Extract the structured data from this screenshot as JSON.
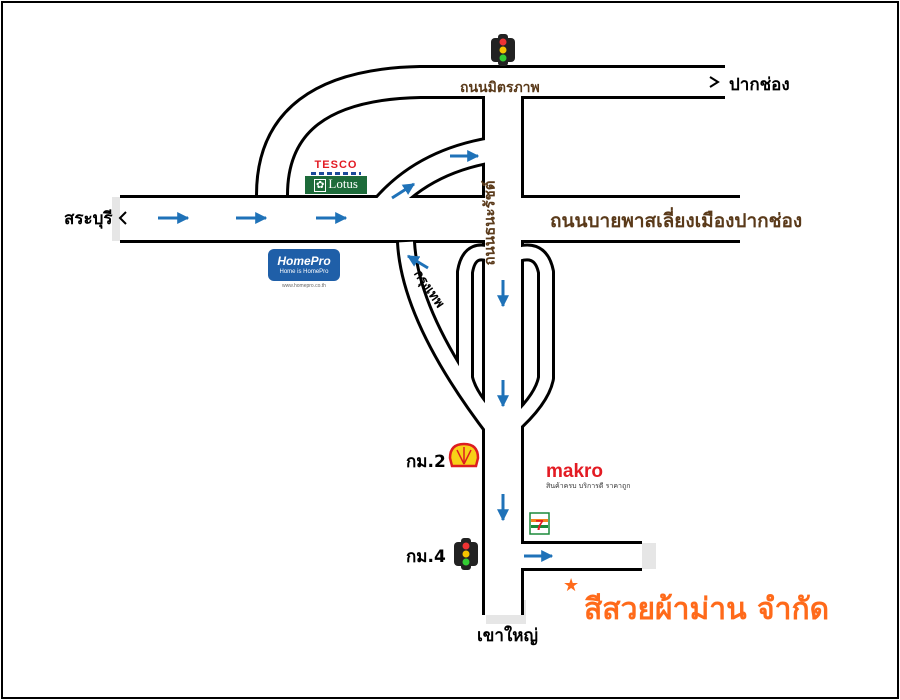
{
  "places": {
    "west": "สระบุรี",
    "north_east": "ปากช่อง",
    "south": "เขาใหญ่"
  },
  "roads": {
    "top": "ถนนมิตรภาพ",
    "bypass": "ถนนบายพาสเลี่ยงเมืองปากช่อง",
    "vertical": "ถนนธนะรัชต์",
    "ramp": "กรุงเทพ"
  },
  "markers": {
    "km2": "กม.2",
    "km4": "กม.4"
  },
  "landmarks": {
    "tesco_top": "TESCO",
    "tesco_bottom": "Lotus",
    "homepro_name": "HomePro",
    "homepro_tagline": "Home is HomePro",
    "homepro_url": "www.homepro.co.th",
    "makro_name": "makro",
    "makro_tag": "สินค้าครบ บริการดี ราคาถูก",
    "seven_eleven": "7"
  },
  "destination": {
    "star": "★",
    "name": "สีสวยผ้าม่าน จำกัด"
  },
  "colors": {
    "road": "#ffffff",
    "outline": "#000000",
    "arrow": "#1f72b8",
    "label_brown": "#5a3a1a",
    "destination": "#ff6a1a",
    "shell_yellow": "#f7d117",
    "shell_red": "#dd1d21"
  }
}
